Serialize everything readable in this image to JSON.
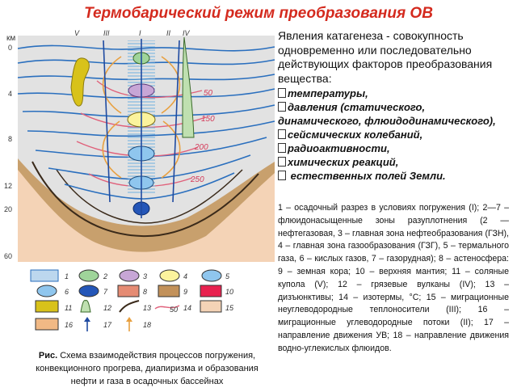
{
  "title": "Термобарический режим преобразования ОВ",
  "depth_axis": {
    "unit": "км",
    "ticks": [
      "0",
      "4",
      "8",
      "12",
      "20",
      "60"
    ]
  },
  "column_labels": [
    "V",
    "III",
    "I",
    "II",
    "IV"
  ],
  "isotherm_labels": [
    "50",
    "150",
    "200",
    "250"
  ],
  "legend_numbers": [
    "1",
    "2",
    "3",
    "4",
    "5",
    "6",
    "7",
    "8",
    "9",
    "10",
    "11",
    "12",
    "13",
    "14",
    "15",
    "16",
    "17",
    "18"
  ],
  "legend_isotherm_sample": "50",
  "factors": {
    "intro": "Явления катагенеза - совокупность одновременно или последовательно действующих факторов преобразования вещества:",
    "items": [
      "температуры,",
      "давления (статического, динамического, флюидодинамического),",
      "сейсмических колебаний,",
      "радиоактивности,",
      "химических реакций,",
      " естественных полей Земли."
    ]
  },
  "legend_text": "1 – осадочный разрез в условиях погружения (I); 2—7 – флюидонасыщенные зоны разуплотнения (2 — нефтегазовая, 3 – главная зона нефтеобразования (ГЗН), 4 – главная зона газообразования (ГЗГ), 5 – термального газа, 6 – кислых газов, 7 – газорудная); 8 – астеносфера: 9 – земная кора; 10 – верхняя мантия; 11 – соляные купола (V); 12 – грязевые вулканы (IV); 13 – дизъюнктивы; 14 – изотермы, °С; 15 – миграционные неуглеводородные теплоносители (III); 16 – миграционные углеводородные потоки (II); 17 – направление движения УВ; 18 – направление движения водно-углекислых флюидов.",
  "caption": {
    "label": "Рис.",
    "text": " Схема взаимодействия процессов погружения, конвекционного прогрева, диапиризма и образования нефти и газа в осадочных бассейнах"
  },
  "colors": {
    "title": "#d42a1e",
    "sediment_layers": "#2a6fbe",
    "crust": "#c2915a",
    "mantle": "#f3c9a7",
    "basin_fill": "#d8d8d8",
    "isotherms": "#e0607a",
    "salt_dome": "#d8c21a",
    "zone_green": "#9fd49a",
    "zone_violet": "#c7a6d6",
    "zone_yellow": "#fbf39d",
    "zone_blue": "#8fc6ee",
    "zone_darkblue": "#2456b8",
    "legend_red": "#e8214f"
  }
}
